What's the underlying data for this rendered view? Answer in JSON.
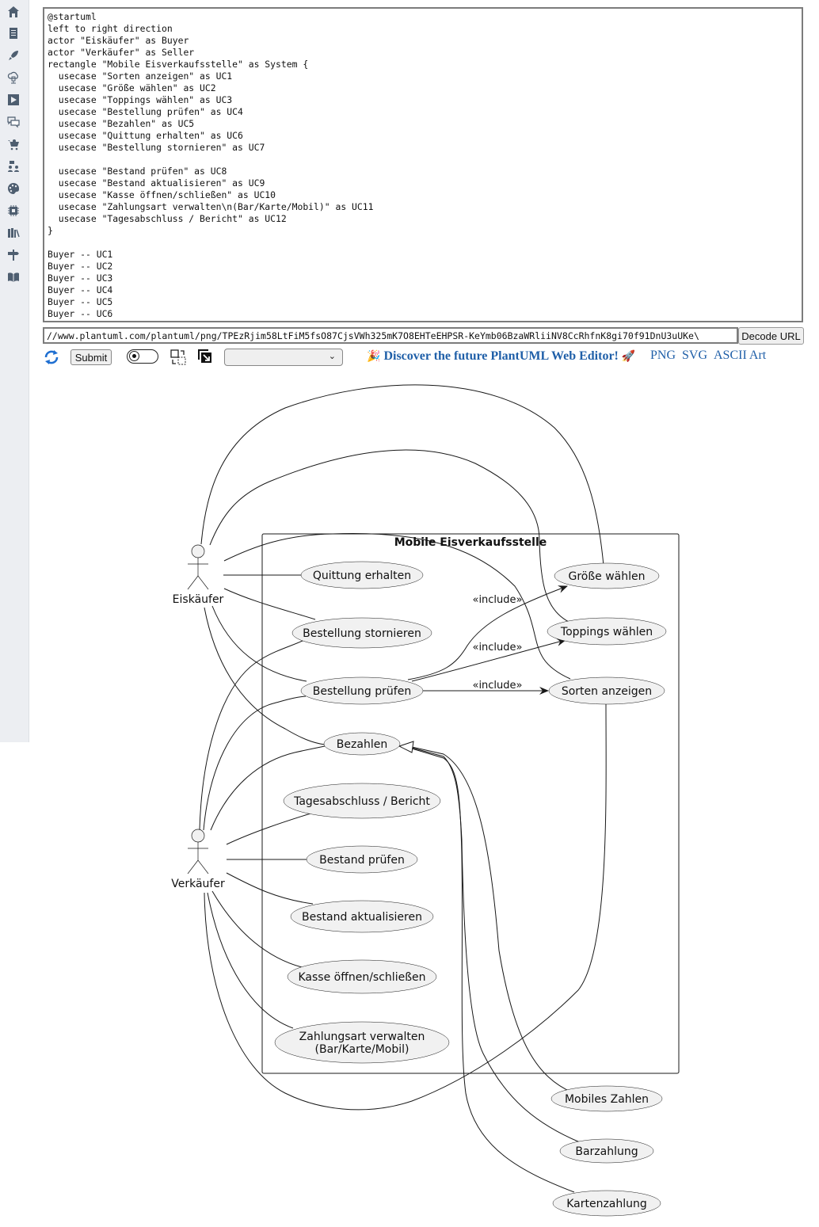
{
  "sidebar": {
    "items": [
      {
        "icon": "home-icon"
      },
      {
        "icon": "document-icon"
      },
      {
        "icon": "rocket-icon"
      },
      {
        "icon": "cloud-server-icon"
      },
      {
        "icon": "play-icon"
      },
      {
        "icon": "chat-icon"
      },
      {
        "icon": "cart-icon"
      },
      {
        "icon": "team-icon"
      },
      {
        "icon": "palette-icon"
      },
      {
        "icon": "chip-icon"
      },
      {
        "icon": "library-icon"
      },
      {
        "icon": "signpost-icon"
      },
      {
        "icon": "book-icon"
      }
    ]
  },
  "editor": {
    "lines": [
      "@startuml",
      "left to right direction",
      "actor \"Eiskäufer\" as Buyer",
      "actor \"Verkäufer\" as Seller",
      "rectangle \"Mobile Eisverkaufsstelle\" as System {",
      "  usecase \"Sorten anzeigen\" as UC1",
      "  usecase \"Größe wählen\" as UC2",
      "  usecase \"Toppings wählen\" as UC3",
      "  usecase \"Bestellung prüfen\" as UC4",
      "  usecase \"Bezahlen\" as UC5",
      "  usecase \"Quittung erhalten\" as UC6",
      "  usecase \"Bestellung stornieren\" as UC7",
      "",
      "  usecase \"Bestand prüfen\" as UC8",
      "  usecase \"Bestand aktualisieren\" as UC9",
      "  usecase \"Kasse öffnen/schließen\" as UC10",
      "  usecase \"Zahlungsart verwalten\\n(Bar/Karte/Mobil)\" as UC11",
      "  usecase \"Tagesabschluss / Bericht\" as UC12",
      "}",
      "",
      "Buyer -- UC1",
      "Buyer -- UC2",
      "Buyer -- UC3",
      "Buyer -- UC4",
      "Buyer -- UC5",
      "Buyer -- UC6"
    ]
  },
  "toolbar": {
    "url_value": "//www.plantuml.com/plantuml/png/TPEzRjim58LtFiM5fsO87CjsVWh325mK7O8EHTeEHPSR-KeYmb06BzaWRliiNV8CcRhfnK8gi70f91DnU3uUKe\\",
    "decode_label": "Decode URL",
    "submit_label": "Submit",
    "select_value": "",
    "promo_text": "Discover the future PlantUML Web Editor!",
    "promo_emoji_left": "🎉",
    "promo_emoji_right": "🚀",
    "formats": [
      "PNG",
      "SVG",
      "ASCII Art"
    ]
  },
  "diagram": {
    "system_title": "Mobile Eisverkaufsstelle",
    "actors": {
      "buyer": "Eiskäufer",
      "seller": "Verkäufer"
    },
    "usecases": {
      "uc1": "Sorten anzeigen",
      "uc2": "Größe wählen",
      "uc3": "Toppings wählen",
      "uc4": "Bestellung prüfen",
      "uc5": "Bezahlen",
      "uc6": "Quittung erhalten",
      "uc7": "Bestellung stornieren",
      "uc8": "Bestand prüfen",
      "uc9": "Bestand aktualisieren",
      "uc10": "Kasse öffnen/schließen",
      "uc11_line1": "Zahlungsart verwalten",
      "uc11_line2": "(Bar/Karte/Mobil)",
      "uc12": "Tagesabschluss / Bericht",
      "mobile": "Mobiles Zahlen",
      "cash": "Barzahlung",
      "card": "Kartenzahlung"
    },
    "include_label": "«include»"
  }
}
